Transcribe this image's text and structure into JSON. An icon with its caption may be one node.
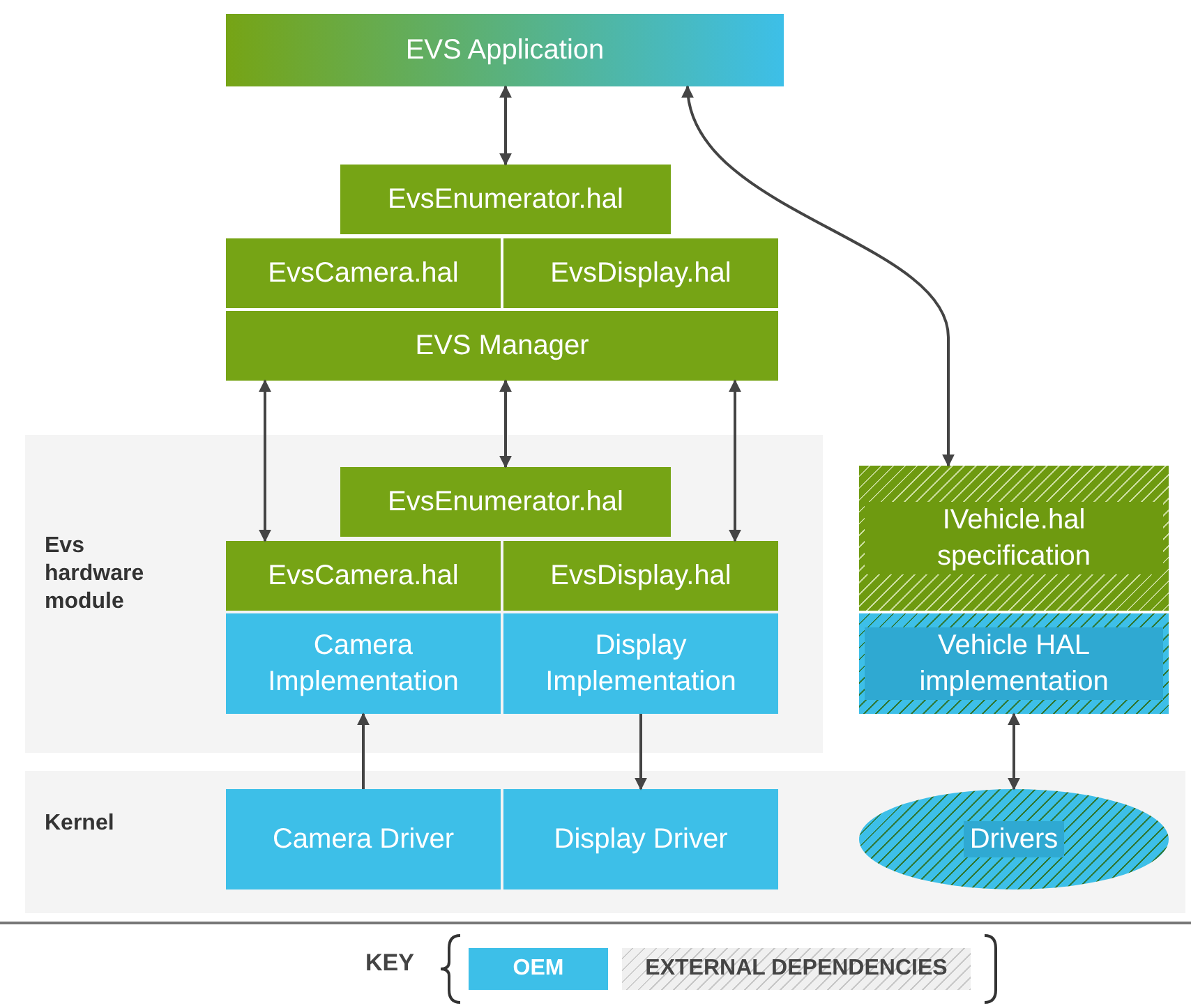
{
  "diagram": {
    "nodes": [
      {
        "text": [
          "EVS Application"
        ]
      },
      {
        "text": [
          "EvsEnumerator.hal"
        ]
      },
      {
        "text": [
          "EvsCamera.hal"
        ]
      },
      {
        "text": [
          "EvsDisplay.hal"
        ]
      },
      {
        "text": [
          "EVS Manager"
        ]
      },
      {
        "text": [
          "Evs hardware module"
        ]
      },
      {
        "text": [
          "EvsEnumerator.hal"
        ],
        "in": 5
      },
      {
        "text": [
          "EvsCamera.hal"
        ],
        "in": 5
      },
      {
        "text": [
          "EvsDisplay.hal"
        ],
        "in": 5
      },
      {
        "text": [
          "Camera Implementation"
        ],
        "in": 5
      },
      {
        "text": [
          "Display Implementation"
        ],
        "in": 5
      },
      {
        "text": [
          "Kernel"
        ]
      },
      {
        "text": [
          "Camera Driver"
        ],
        "in": 11
      },
      {
        "text": [
          "Display Driver"
        ],
        "in": 11
      },
      {
        "text": [
          "IVehicle.hal specification"
        ]
      },
      {
        "text": [
          "Vehicle HAL implementation"
        ]
      },
      {
        "text": [
          "Drivers"
        ],
        "in": 11
      }
    ],
    "edges": [
      {
        "from": 0,
        "to": 1,
        "arrow": "both"
      },
      {
        "from": 4,
        "to": 6,
        "arrow": "both"
      },
      {
        "from": 4,
        "to": 7,
        "arrow": "both"
      },
      {
        "from": 4,
        "to": 8,
        "arrow": "both"
      },
      {
        "from": 0,
        "to": 14,
        "arrow": "both"
      },
      {
        "from": 12,
        "to": 9,
        "arrow": "to"
      },
      {
        "from": 10,
        "to": 13,
        "arrow": "to"
      },
      {
        "from": 15,
        "to": 16,
        "arrow": "both"
      }
    ],
    "labels": [
      "KEY"
    ],
    "legend": [
      {
        "text": "OEM",
        "color": "#3dbfe8"
      },
      {
        "text": "EXTERNAL DEPENDENCIES"
      }
    ]
  }
}
